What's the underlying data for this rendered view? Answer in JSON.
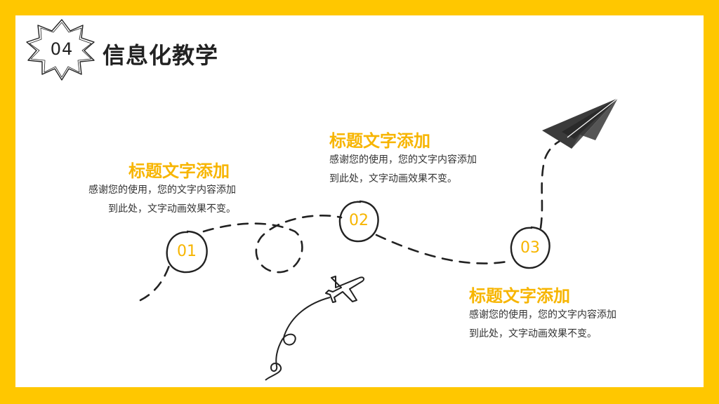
{
  "colors": {
    "frame": "#FFC700",
    "accent": "#F7B500",
    "ink": "#222222",
    "plane": "#3B3B3B"
  },
  "header": {
    "badge_number": "04",
    "title": "信息化教学"
  },
  "steps": [
    {
      "number": "01",
      "title": "标题文字添加",
      "line1": "感谢您的使用，您的文字内容添加",
      "line2": "到此处，文字动画效果不变。"
    },
    {
      "number": "02",
      "title": "标题文字添加",
      "line1": "感谢您的使用，您的文字内容添加",
      "line2": "到此处，文字动画效果不变。"
    },
    {
      "number": "03",
      "title": "标题文字添加",
      "line1": "感谢您的使用，您的文字内容添加",
      "line2": "到此处，文字动画效果不变。"
    }
  ],
  "icons": [
    "starburst-badge-icon",
    "paper-plane-icon",
    "airplane-icon"
  ]
}
